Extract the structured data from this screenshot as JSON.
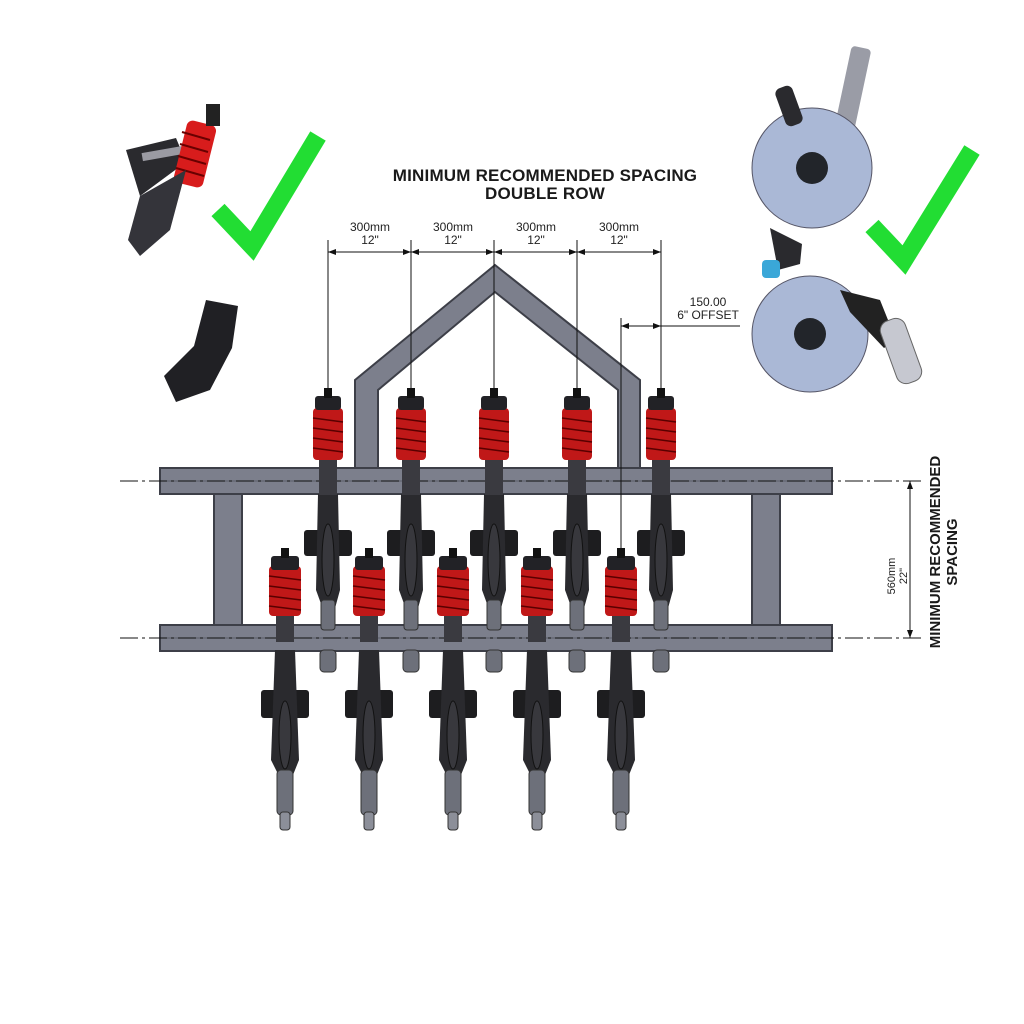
{
  "title": {
    "line1": "MINIMUM RECOMMENDED SPACING",
    "line2": "DOUBLE ROW"
  },
  "row_spacing": [
    {
      "mm": "300mm",
      "inch": "12\""
    },
    {
      "mm": "300mm",
      "inch": "12\""
    },
    {
      "mm": "300mm",
      "inch": "12\""
    },
    {
      "mm": "300mm",
      "inch": "12\""
    }
  ],
  "offset": {
    "value": "150.00",
    "label": "6\" OFFSET"
  },
  "depth_spacing": {
    "title_line1": "MINIMUM RECOMMENDED",
    "title_line2": "SPACING",
    "mm": "560mm",
    "inch": "22\""
  },
  "check_icons": [
    "check-icon",
    "check-icon"
  ],
  "colors": {
    "frame": "#7c7f8c",
    "frame_dark": "#3d3f48",
    "spring": "#c01818",
    "check": "#22dd33",
    "disc": "#aab8d6"
  }
}
